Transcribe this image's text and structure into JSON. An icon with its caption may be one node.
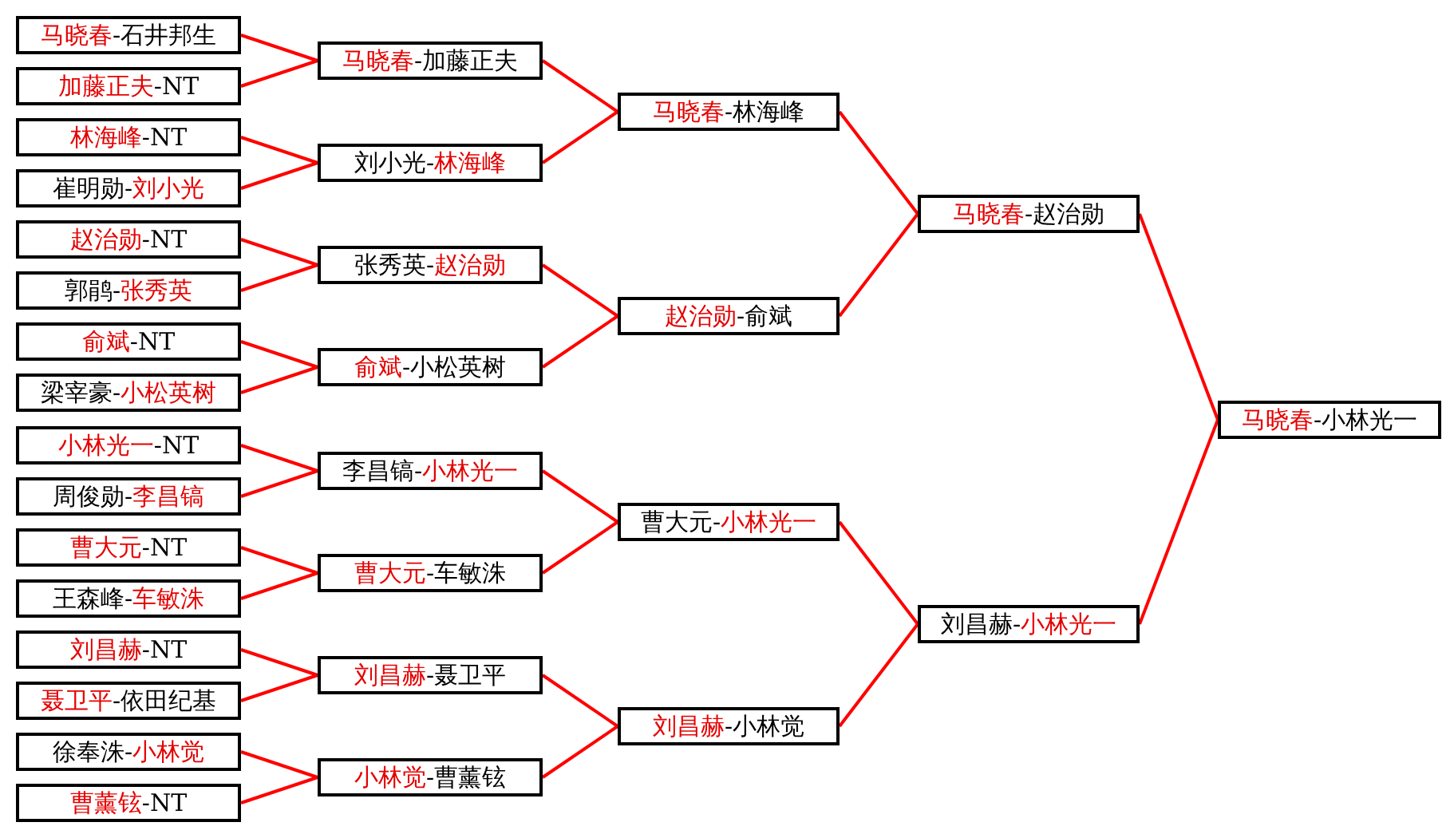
{
  "diagram": {
    "nodes": [
      {
        "text": [
          "**马晓春**-石井邦生"
        ]
      },
      {
        "text": [
          "**加藤正夫**-NT"
        ]
      },
      {
        "text": [
          "**林海峰**-NT"
        ]
      },
      {
        "text": [
          "崔明勋-**刘小光**"
        ]
      },
      {
        "text": [
          "**赵治勋**-NT"
        ]
      },
      {
        "text": [
          "郭鹃-**张秀英**"
        ]
      },
      {
        "text": [
          "**俞斌**-NT"
        ]
      },
      {
        "text": [
          "梁宰豪-**小松英树**"
        ]
      },
      {
        "text": [
          "**小林光一**-NT"
        ]
      },
      {
        "text": [
          "周俊勋-**李昌镐**"
        ]
      },
      {
        "text": [
          "**曹大元**-NT"
        ]
      },
      {
        "text": [
          "王森峰-**车敏洙**"
        ]
      },
      {
        "text": [
          "**刘昌赫**-NT"
        ]
      },
      {
        "text": [
          "**聂卫平**-依田纪基"
        ]
      },
      {
        "text": [
          "徐奉洙-**小林觉**"
        ]
      },
      {
        "text": [
          "**曹薰铉**-NT"
        ]
      },
      {
        "text": [
          "**马晓春**-加藤正夫"
        ]
      },
      {
        "text": [
          "刘小光-**林海峰**"
        ]
      },
      {
        "text": [
          "张秀英-**赵治勋**"
        ]
      },
      {
        "text": [
          "**俞斌**-小松英树"
        ]
      },
      {
        "text": [
          "李昌镐-**小林光一**"
        ]
      },
      {
        "text": [
          "**曹大元**-车敏洙"
        ]
      },
      {
        "text": [
          "**刘昌赫**-聂卫平"
        ]
      },
      {
        "text": [
          "**小林觉**-曹薰铉"
        ]
      },
      {
        "text": [
          "**马晓春**-林海峰"
        ]
      },
      {
        "text": [
          "**赵治勋**-俞斌"
        ]
      },
      {
        "text": [
          "曹大元-**小林光一**"
        ]
      },
      {
        "text": [
          "**刘昌赫**-小林觉"
        ]
      },
      {
        "text": [
          "**马晓春**-赵治勋"
        ]
      },
      {
        "text": [
          "刘昌赫-**小林光一**"
        ]
      },
      {
        "text": [
          "**马晓春**-小林光一"
        ]
      }
    ],
    "edges": [
      {
        "from": 0,
        "to": 16,
        "arrow": "none"
      },
      {
        "from": 1,
        "to": 16,
        "arrow": "none"
      },
      {
        "from": 2,
        "to": 17,
        "arrow": "none"
      },
      {
        "from": 3,
        "to": 17,
        "arrow": "none"
      },
      {
        "from": 4,
        "to": 18,
        "arrow": "none"
      },
      {
        "from": 5,
        "to": 18,
        "arrow": "none"
      },
      {
        "from": 6,
        "to": 19,
        "arrow": "none"
      },
      {
        "from": 7,
        "to": 19,
        "arrow": "none"
      },
      {
        "from": 8,
        "to": 20,
        "arrow": "none"
      },
      {
        "from": 9,
        "to": 20,
        "arrow": "none"
      },
      {
        "from": 10,
        "to": 21,
        "arrow": "none"
      },
      {
        "from": 11,
        "to": 21,
        "arrow": "none"
      },
      {
        "from": 12,
        "to": 22,
        "arrow": "none"
      },
      {
        "from": 13,
        "to": 22,
        "arrow": "none"
      },
      {
        "from": 14,
        "to": 23,
        "arrow": "none"
      },
      {
        "from": 15,
        "to": 23,
        "arrow": "none"
      },
      {
        "from": 16,
        "to": 24,
        "arrow": "none"
      },
      {
        "from": 17,
        "to": 24,
        "arrow": "none"
      },
      {
        "from": 18,
        "to": 25,
        "arrow": "none"
      },
      {
        "from": 19,
        "to": 25,
        "arrow": "none"
      },
      {
        "from": 20,
        "to": 26,
        "arrow": "none"
      },
      {
        "from": 21,
        "to": 26,
        "arrow": "none"
      },
      {
        "from": 22,
        "to": 27,
        "arrow": "none"
      },
      {
        "from": 23,
        "to": 27,
        "arrow": "none"
      },
      {
        "from": 24,
        "to": 28,
        "arrow": "none"
      },
      {
        "from": 25,
        "to": 28,
        "arrow": "none"
      },
      {
        "from": 26,
        "to": 29,
        "arrow": "none"
      },
      {
        "from": 27,
        "to": 29,
        "arrow": "none"
      },
      {
        "from": 28,
        "to": 30,
        "arrow": "none"
      },
      {
        "from": 29,
        "to": 30,
        "arrow": "none"
      }
    ]
  }
}
